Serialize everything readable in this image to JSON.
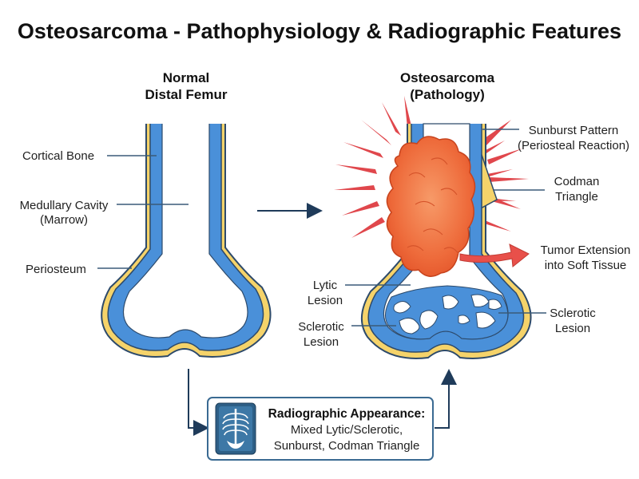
{
  "title": "Osteosarcoma - Pathophysiology & Radiographic Features",
  "normal": {
    "heading_line1": "Normal",
    "heading_line2": "Distal Femur",
    "labels": {
      "cortical": "Cortical Bone",
      "medullary_line1": "Medullary Cavity",
      "medullary_line2": "(Marrow)",
      "periosteum": "Periosteum"
    }
  },
  "pathology": {
    "heading_line1": "Osteosarcoma",
    "heading_line2": "(Pathology)",
    "labels": {
      "sunburst_line1": "Sunburst Pattern",
      "sunburst_line2": "(Periosteal Reaction)",
      "codman_line1": "Codman",
      "codman_line2": "Triangle",
      "extension_line1": "Tumor Extension",
      "extension_line2": "into Soft Tissue",
      "lytic_line1": "Lytic",
      "lytic_line2": "Lesion",
      "sclerotic_left_line1": "Sclerotic",
      "sclerotic_left_line2": "Lesion",
      "sclerotic_right_line1": "Sclerotic",
      "sclerotic_right_line2": "Lesion"
    }
  },
  "radiograph_box": {
    "heading": "Radiographic Appearance:",
    "line1": "Mixed Lytic/Sclerotic,",
    "line2": "Sunburst, Codman Triangle",
    "icon": "xray-chest-icon"
  },
  "colors": {
    "cortex_blue": "#4a90d9",
    "marrow_white": "#ffffff",
    "periosteum_yellow": "#f5d36a",
    "outline": "#2d4a6b",
    "tumor_orange": "#ef6a3a",
    "spike_red": "#e0474c",
    "arrow_red": "#e8504a",
    "box_border": "#3a6a92",
    "icon_bg": "#2e5f86"
  }
}
